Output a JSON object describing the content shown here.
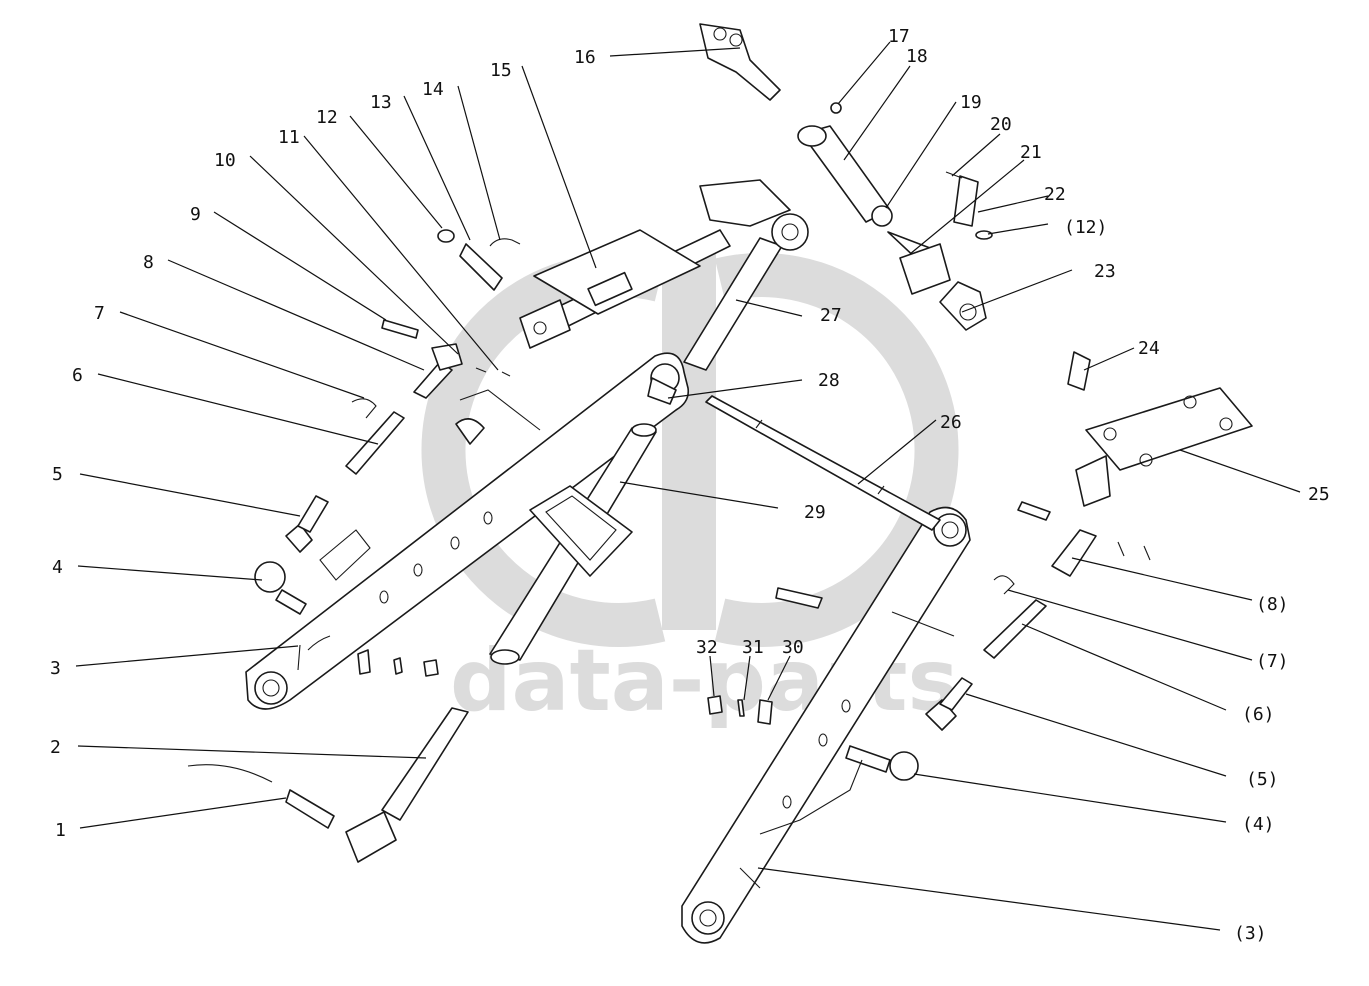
{
  "watermark": {
    "text": "data-parts",
    "color": "#d9d9d9"
  },
  "line_color": "#1a1a1a",
  "callouts": [
    {
      "id": "c1",
      "label": "1"
    },
    {
      "id": "c2",
      "label": "2"
    },
    {
      "id": "c3",
      "label": "3"
    },
    {
      "id": "c4",
      "label": "4"
    },
    {
      "id": "c5",
      "label": "5"
    },
    {
      "id": "c6",
      "label": "6"
    },
    {
      "id": "c7",
      "label": "7"
    },
    {
      "id": "c8",
      "label": "8"
    },
    {
      "id": "c9",
      "label": "9"
    },
    {
      "id": "c10",
      "label": "10"
    },
    {
      "id": "c11",
      "label": "11"
    },
    {
      "id": "c12",
      "label": "12"
    },
    {
      "id": "c13",
      "label": "13"
    },
    {
      "id": "c14",
      "label": "14"
    },
    {
      "id": "c15",
      "label": "15"
    },
    {
      "id": "c16",
      "label": "16"
    },
    {
      "id": "c17",
      "label": "17"
    },
    {
      "id": "c18",
      "label": "18"
    },
    {
      "id": "c19",
      "label": "19"
    },
    {
      "id": "c20",
      "label": "20"
    },
    {
      "id": "c21",
      "label": "21"
    },
    {
      "id": "c22",
      "label": "22"
    },
    {
      "id": "c12b",
      "label": "(12)"
    },
    {
      "id": "c23",
      "label": "23"
    },
    {
      "id": "c24",
      "label": "24"
    },
    {
      "id": "c25",
      "label": "25"
    },
    {
      "id": "c26",
      "label": "26"
    },
    {
      "id": "c27",
      "label": "27"
    },
    {
      "id": "c28",
      "label": "28"
    },
    {
      "id": "c29",
      "label": "29"
    },
    {
      "id": "c30",
      "label": "30"
    },
    {
      "id": "c31",
      "label": "31"
    },
    {
      "id": "c32",
      "label": "32"
    },
    {
      "id": "c8b",
      "label": "(8)"
    },
    {
      "id": "c7b",
      "label": "(7)"
    },
    {
      "id": "c6b",
      "label": "(6)"
    },
    {
      "id": "c5b",
      "label": "(5)"
    },
    {
      "id": "c4b",
      "label": "(4)"
    },
    {
      "id": "c3b",
      "label": "(3)"
    }
  ]
}
